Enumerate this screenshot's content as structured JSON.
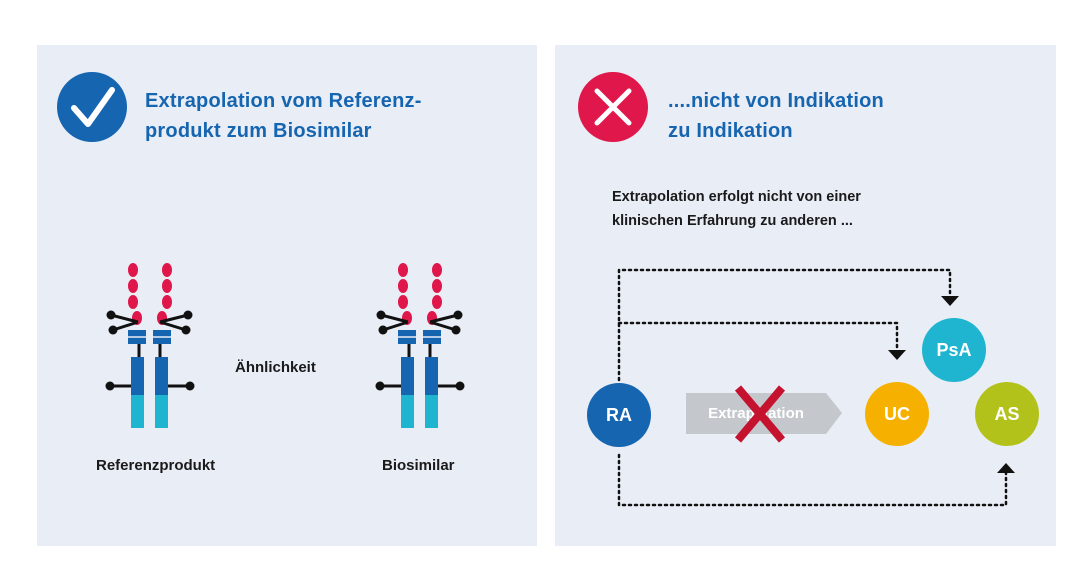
{
  "left": {
    "title_line1": "Extrapolation vom Referenz-",
    "title_line2": "produkt zum Biosimilar",
    "icon": "check-icon",
    "similarity_label": "Ähnlichkeit",
    "reference_label": "Referenzprodukt",
    "biosimilar_label": "Biosimilar"
  },
  "right": {
    "title_line1": "....nicht von Indikation",
    "title_line2": "zu Indikation",
    "icon": "cross-icon",
    "desc_line1": "Extrapolation erfolgt nicht von einer",
    "desc_line2": "klinischen Erfahrung zu anderen ...",
    "arrow_label": "Extrapolation",
    "nodes": {
      "ra": "RA",
      "uc": "UC",
      "psa": "PsA",
      "as": "AS"
    }
  },
  "colors": {
    "panel_bg": "#e9edf6",
    "blue": "#1665b0",
    "red": "#e0174a",
    "cyan": "#1fb4cf",
    "yellow": "#f6b000",
    "green": "#b3c21a",
    "grey_arrow": "#c4c7cc",
    "cross_red": "#c4122f"
  }
}
